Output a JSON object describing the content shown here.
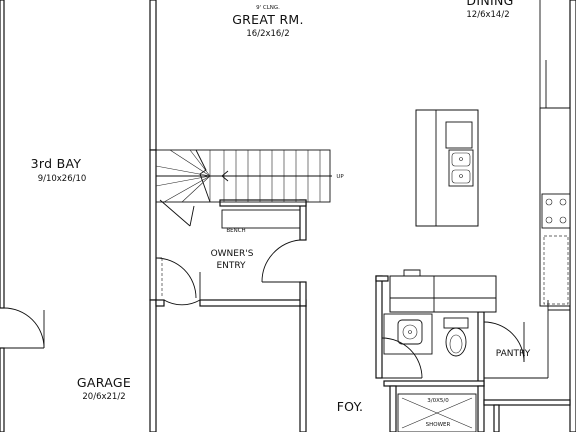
{
  "rooms": {
    "great_room": {
      "note": "9' CLNG.",
      "name": "GREAT RM.",
      "dims": "16/2x16/2"
    },
    "dining": {
      "name": "DINING",
      "dims": "12/6x14/2"
    },
    "third_bay": {
      "name": "3rd BAY",
      "dims": "9/10x26/10"
    },
    "garage": {
      "name": "GARAGE",
      "dims": "20/6x21/2"
    },
    "owners_entry": {
      "line1": "OWNER'S",
      "line2": "ENTRY"
    },
    "foyer": {
      "name": "FOY."
    },
    "pantry": {
      "name": "PANTRY"
    }
  },
  "fixtures": {
    "bench": "BENCH",
    "stair_up": "UP",
    "shower_size": "3/0X5/0",
    "shower": "SHOWER"
  }
}
